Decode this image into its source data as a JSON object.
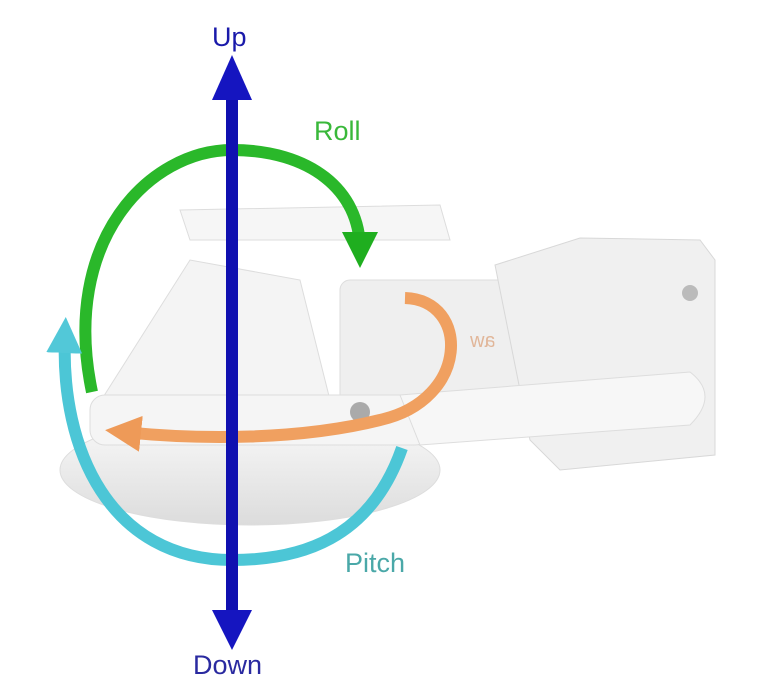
{
  "labels": {
    "up": "Up",
    "down": "Down",
    "roll": "Roll",
    "pitch": "Pitch",
    "yaw": "Yaw"
  },
  "colors": {
    "axis": "#1010b0",
    "roll": "#2ab82a",
    "pitch": "#4cc6d6",
    "yaw": "#f0a060",
    "device": "#f2f2f2"
  }
}
